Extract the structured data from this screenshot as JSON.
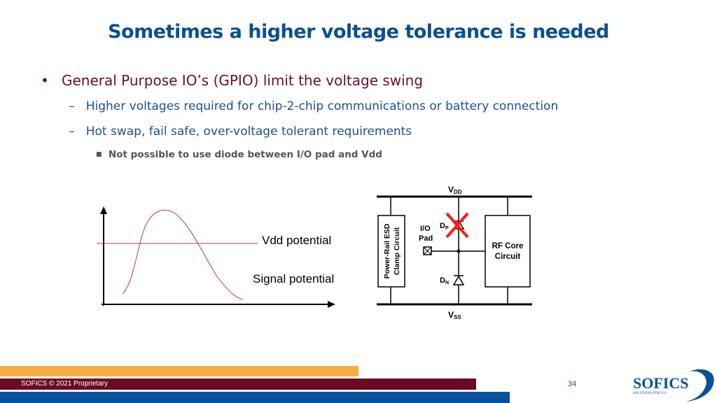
{
  "title": "Sometimes a higher voltage tolerance is needed",
  "bullets": {
    "main": "General Purpose IO’s (GPIO) limit the voltage swing",
    "sub": [
      "Higher voltages required for chip-2-chip communications or battery connection",
      "Hot swap, fail safe, over-voltage tolerant requirements"
    ],
    "subsub": "Not possible to use diode between I/O pad and Vdd"
  },
  "graph": {
    "vdd_label": "Vdd potential",
    "signal_label": "Signal potential"
  },
  "circuit": {
    "vdd": "V",
    "vdd_sub": "DD",
    "vss": "V",
    "vss_sub": "SS",
    "clamp1": "Power-Rail ESD",
    "clamp2": "Clamp Circuit",
    "io1": "I/O",
    "io2": "Pad",
    "dp": "D",
    "dp_sub": "P",
    "dn": "D",
    "dn_sub": "N",
    "rf1": "RF Core",
    "rf2": "Circuit"
  },
  "footer": {
    "copyright": "SOFICS © 2021 Proprietary",
    "page": "34",
    "logo": "SOFICS",
    "logo_tag": "Solutions for ICs"
  },
  "colors": {
    "orange": "#f5b041",
    "maroon": "#6b0a25",
    "blue": "#0a519b",
    "title": "#0b4f91"
  }
}
